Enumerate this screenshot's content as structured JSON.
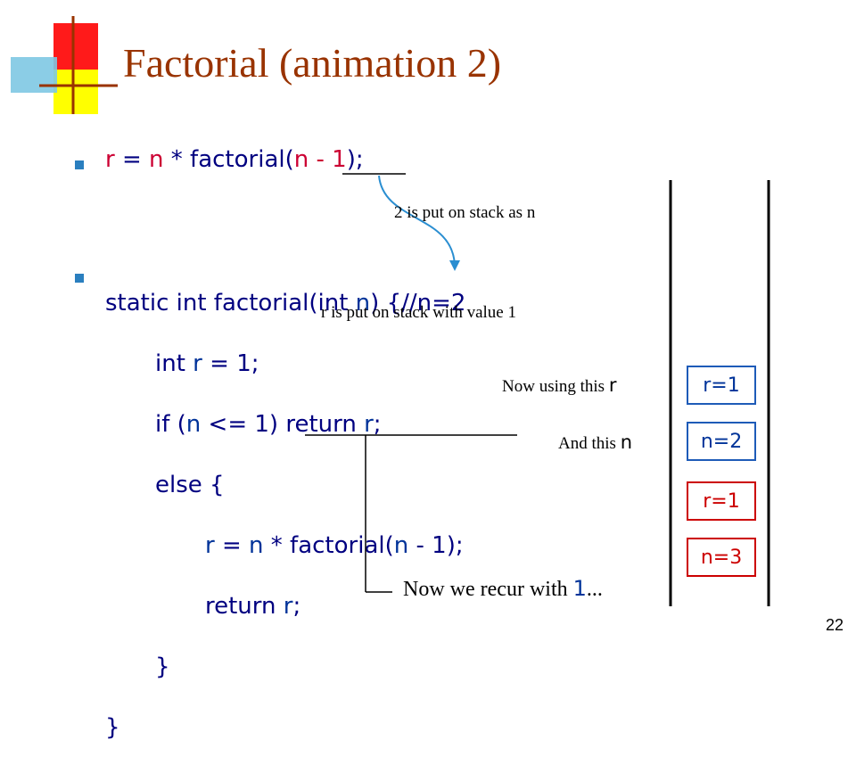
{
  "slide": {
    "title": "Factorial (animation 2)",
    "page_number": "22"
  },
  "code1": {
    "r": "r",
    "eq": " = ",
    "n": "n",
    "rest1": " * factorial(",
    "n2": "n - 1",
    "rest2": ");"
  },
  "code2": {
    "l1a": "static int factorial(int ",
    "l1n": "n",
    "l1b": ") {//n=2",
    "l2a": "int ",
    "l2r": "r",
    "l2b": " = 1;",
    "l3a": "if (",
    "l3n": "n",
    "l3b": " <= 1) return ",
    "l3r": "r",
    "l3c": ";",
    "l4": "else {",
    "l5r": "r",
    "l5a": " = ",
    "l5n": "n",
    "l5b": " * factorial(",
    "l5n2": "n",
    "l5c": " - 1);",
    "l6a": "return ",
    "l6r": "r",
    "l6b": ";",
    "l7": "}",
    "l8": "}"
  },
  "notes": {
    "put_n": "2 is put on stack as n",
    "put_r": "r is put on stack with value 1",
    "using_r_text": "Now using this ",
    "using_r_var": "r",
    "and_n_text": "And this ",
    "and_n_var": "n",
    "recur_text": "Now we recur with ",
    "recur_val": "1",
    "recur_tail": "..."
  },
  "stack": {
    "frames": [
      {
        "label": "r=1",
        "color": "#1e5bb8"
      },
      {
        "label": "n=2",
        "color": "#1e5bb8"
      },
      {
        "label": "r=1",
        "color": "#cc0000"
      },
      {
        "label": "n=3",
        "color": "#cc0000"
      }
    ]
  }
}
